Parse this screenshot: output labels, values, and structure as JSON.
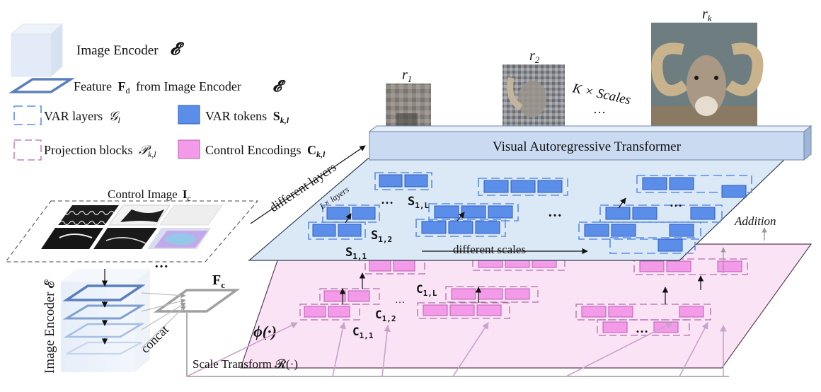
{
  "legend": {
    "image_encoder": "Image Encoder",
    "image_encoder_sym": "𝓔",
    "feature_fd": "Feature",
    "feature_fd_sym": "F",
    "feature_fd_sub": "d",
    "feature_fd_from": "from Image Encoder",
    "var_layers": "VAR layers",
    "var_layers_sym": "𝒢",
    "var_layers_sub": "l",
    "var_tokens": "VAR tokens",
    "var_tokens_sym": "S",
    "var_tokens_sub": "k,l",
    "projection_blocks": "Projection blocks",
    "projection_blocks_sym": "𝒫",
    "projection_blocks_sub": "k,l",
    "control_encodings": "Control Encodings",
    "control_encodings_sym": "C",
    "control_encodings_sub": "k,l"
  },
  "images": {
    "r1": "r",
    "r1_sub": "1",
    "r2": "r",
    "r2_sub": "2",
    "rk": "r",
    "rk_sub": "k",
    "k_scales": "K × Scales",
    "dots": "…"
  },
  "transformer": {
    "title": "Visual Autoregressive Transformer",
    "different_layers": "different layers",
    "lx_layers": "L× layers",
    "different_scales": "different scales",
    "addition": "Addition",
    "s11": "S",
    "s11_sub": "1,1",
    "s12": "S",
    "s12_sub": "1,2",
    "s1L": "S",
    "s1L_sub": "1,L",
    "dots": "…"
  },
  "control": {
    "phi": "ϕ(·)",
    "c11": "C",
    "c11_sub": "1,1",
    "c12": "C",
    "c12_sub": "1,2",
    "c1L": "C",
    "c1L_sub": "1,L",
    "scale_transform": "Scale Transform 𝓡(·)",
    "dots": "…"
  },
  "encoder": {
    "control_image": "Control Image",
    "control_image_sym": "I",
    "control_image_sub": "c",
    "image_encoder_vertical": "Image Encoder 𝓔",
    "fc": "F",
    "fc_sub": "c",
    "concat": "concat",
    "dots": "…"
  },
  "colors": {
    "var_plane": "#dbe8f5",
    "control_plane": "#fbe3f6",
    "var_token": "#5b8ee8",
    "control_token": "#f39ae9",
    "transformer_box": "#c9daf1"
  }
}
